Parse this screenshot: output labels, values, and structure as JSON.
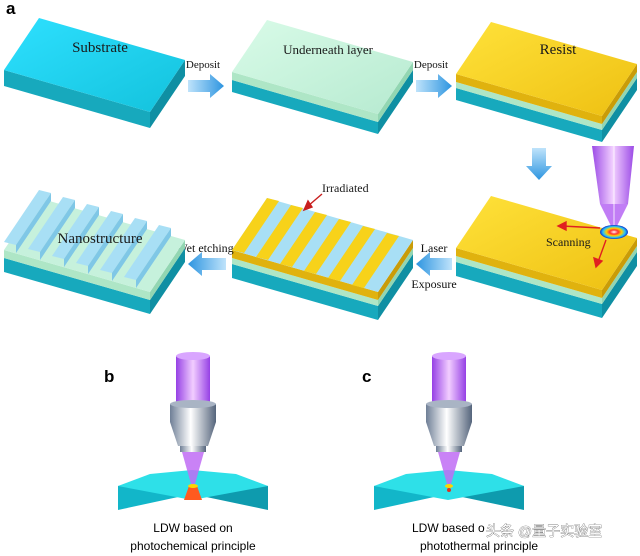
{
  "panels": {
    "a": {
      "label": "a",
      "steps": {
        "substrate": "Substrate",
        "underneath": "Underneath layer",
        "resist": "Resist",
        "nanostructure": "Nanostructure"
      },
      "arrows": {
        "deposit1": "Deposit",
        "deposit2": "Deposit",
        "wet_etching": "Wet etching",
        "laser_line1": "Laser",
        "laser_line2": "Exposure"
      },
      "annotations": {
        "irradiated": "Irradiated",
        "scanning": "Scanning"
      }
    },
    "b": {
      "label": "b",
      "caption_line1": "LDW based on",
      "caption_line2": "photochemical principle"
    },
    "c": {
      "label": "c",
      "caption_line1": "LDW based o",
      "caption_line2": "photothermal principle"
    }
  },
  "watermark": "头条 @量子实验室",
  "colors": {
    "substrate_top": "#1fd3f2",
    "substrate_side": "#1aa7b8",
    "underlayer": "#c9f3dd",
    "resist": "#f7d21a",
    "arrow_blue": "#3aa2e6",
    "laser_violet": "#b25cf2"
  }
}
